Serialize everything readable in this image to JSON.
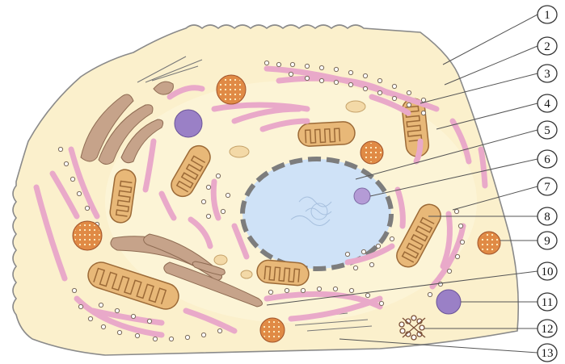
{
  "labels": [
    {
      "n": "1"
    },
    {
      "n": "2"
    },
    {
      "n": "3"
    },
    {
      "n": "4"
    },
    {
      "n": "5"
    },
    {
      "n": "6"
    },
    {
      "n": "7"
    },
    {
      "n": "8"
    },
    {
      "n": "9"
    },
    {
      "n": "10"
    },
    {
      "n": "11"
    },
    {
      "n": "12"
    },
    {
      "n": "13"
    }
  ],
  "colors": {
    "cytoplasm": "#fbf0cc",
    "membrane": "#8a8a8a",
    "nucleus_fill": "#cfe2f7",
    "nuclear_envelope": "#7d7d7d",
    "nucleolus": "#b49bd6",
    "er": "#e9a9c9",
    "mitochondria": "#e8b878",
    "golgi": "#c6a38a",
    "lysosome": "#e08a45",
    "vesicle": "#f3d9a7",
    "centriole": "#c08060"
  }
}
